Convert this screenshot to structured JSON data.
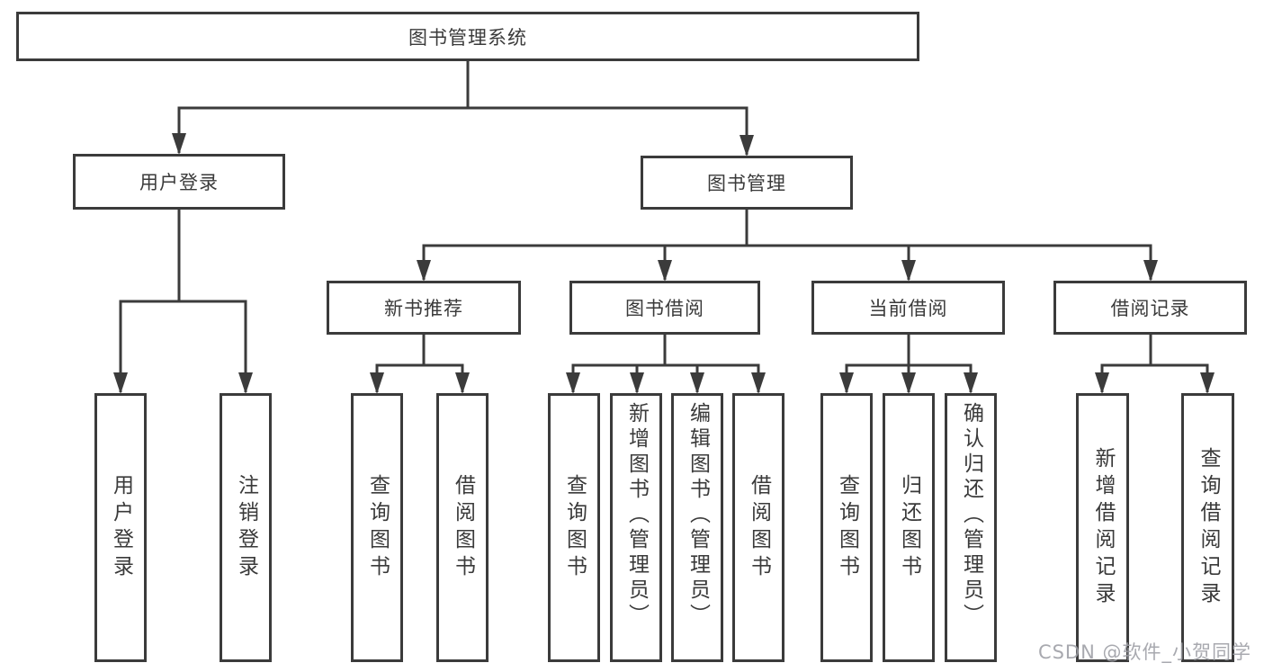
{
  "diagram": {
    "root": {
      "label": "图书管理系统"
    },
    "branches": [
      {
        "label": "用户登录",
        "children": [
          "用户登录",
          "注销登录"
        ]
      },
      {
        "label": "图书管理",
        "sections": [
          {
            "label": "新书推荐",
            "children": [
              "查询图书",
              "借阅图书"
            ]
          },
          {
            "label": "图书借阅",
            "children": [
              "查询图书",
              "新增图书（管理员）",
              "编辑图书（管理员）",
              "借阅图书"
            ]
          },
          {
            "label": "当前借阅",
            "children": [
              "查询图书",
              "归还图书",
              "确认归还（管理员）"
            ]
          },
          {
            "label": "借阅记录",
            "children": [
              "新增借阅记录",
              "查询借阅记录"
            ]
          }
        ]
      }
    ]
  },
  "colors": {
    "line": "#3b3b3b",
    "text": "#3a3a3a",
    "watermark": "#9ea0a6"
  },
  "watermark": "CSDN @软件_小贺同学"
}
